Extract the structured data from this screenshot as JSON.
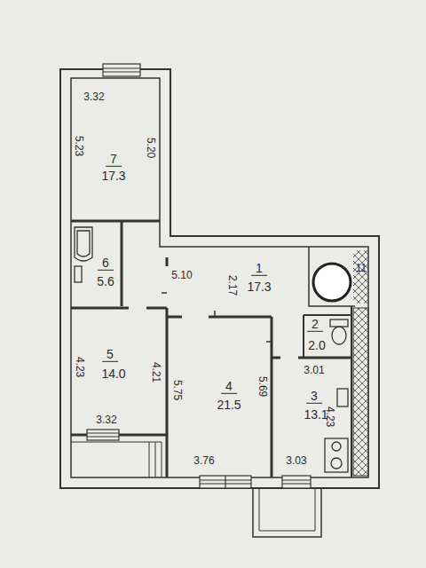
{
  "diagram": {
    "nodes": [
      {
        "text": [
          "7",
          "17.3"
        ]
      },
      {
        "text": [
          "6",
          "5.6"
        ]
      },
      {
        "text": [
          "1",
          "17.3"
        ]
      },
      {
        "text": [
          "2",
          "2.0"
        ]
      },
      {
        "text": [
          "5",
          "14.0"
        ]
      },
      {
        "text": [
          "4",
          "21.5"
        ]
      },
      {
        "text": [
          "3",
          "13.1"
        ]
      }
    ],
    "labels": [
      "3.32",
      "5.23",
      "5.20",
      "5.10",
      "2.17",
      "4.23",
      "4.21",
      "3.32",
      "5.75",
      "5.69",
      "3.76",
      "3.01",
      "4.23",
      "3.03",
      "11"
    ]
  }
}
